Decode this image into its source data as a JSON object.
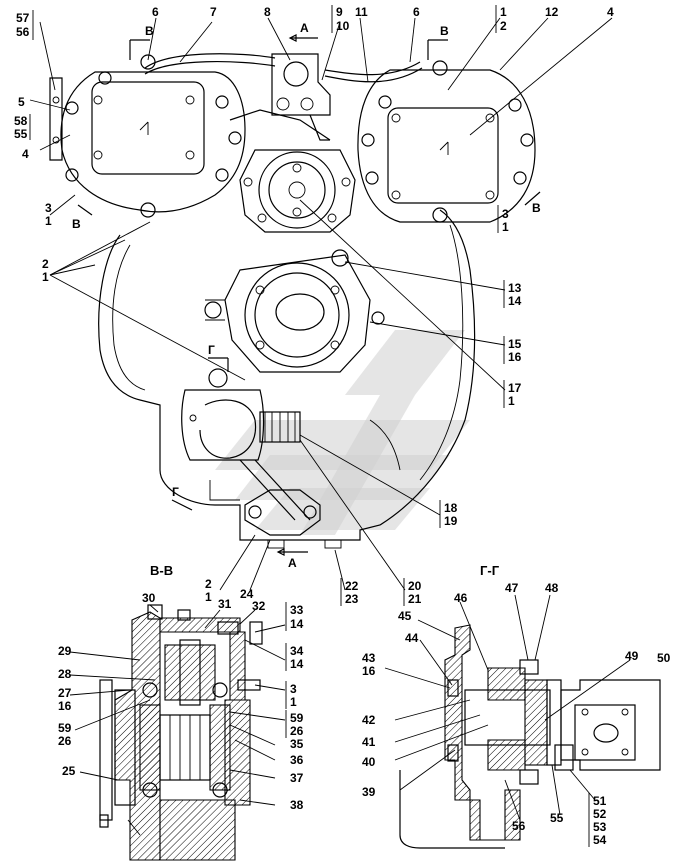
{
  "section_titles": {
    "vv": "В-В",
    "gg": "Г-Г"
  },
  "view_markers": {
    "A": "А",
    "B": "В",
    "G": "Г"
  },
  "callouts": {
    "c57": "57",
    "c56": "56",
    "c5": "5",
    "c58": "58",
    "c55": "55",
    "c4L": "4",
    "c3a": "3",
    "c1a": "1",
    "c2a": "2",
    "c1b": "1",
    "c6L": "6",
    "c7": "7",
    "c8": "8",
    "c9": "9",
    "c10": "10",
    "c11": "11",
    "c6R": "6",
    "c1c": "1",
    "c2c": "2",
    "c12": "12",
    "c4R": "4",
    "c3b": "3",
    "c1d": "1",
    "c13": "13",
    "c14a": "14",
    "c15": "15",
    "c16a": "16",
    "c17": "17",
    "c1e": "1",
    "c18": "18",
    "c19": "19",
    "c20": "20",
    "c21": "21",
    "c22": "22",
    "c23": "23",
    "c24": "24",
    "c2b": "2",
    "c1f": "1",
    "c30": "30",
    "c31": "31",
    "c32": "32",
    "c33": "33",
    "c14b": "14",
    "c34": "34",
    "c14c": "14",
    "c29": "29",
    "c28": "28",
    "c27": "27",
    "c16b": "16",
    "c3c": "3",
    "c1g": "1",
    "c59a": "59",
    "c26a": "26",
    "c59b": "59",
    "c26b": "26",
    "c35": "35",
    "c36": "36",
    "c37": "37",
    "c38": "38",
    "c25": "25",
    "c45": "45",
    "c46": "46",
    "c47": "47",
    "c48": "48",
    "c44": "44",
    "c43": "43",
    "c16c": "16",
    "c49": "49",
    "c50": "50",
    "c42": "42",
    "c41": "41",
    "c40": "40",
    "c39": "39",
    "c56b": "56",
    "c55b": "55",
    "c51": "51",
    "c52": "52",
    "c53": "53",
    "c54": "54"
  }
}
